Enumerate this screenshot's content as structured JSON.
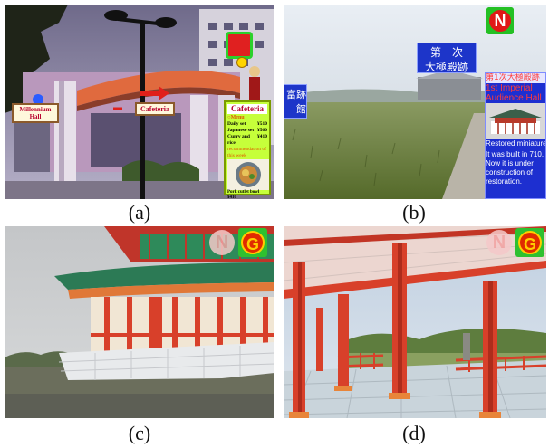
{
  "figure": {
    "captions": [
      "(a)",
      "(b)",
      "(c)",
      "(d)"
    ]
  },
  "panel_a": {
    "sign_hall": "Millennium Hall",
    "sign_cafeteria": "Cafeteria",
    "card": {
      "title": "Cafeteria",
      "menu_label": "Menu",
      "items": [
        {
          "name": "Daily set",
          "price": "¥510"
        },
        {
          "name": "Japanese set",
          "price": "¥560"
        },
        {
          "name": "Curry and rice",
          "price": "¥410"
        }
      ],
      "recommend": "recommendation of this week",
      "footer": "Pork cutlet bowl ¥410"
    }
  },
  "panel_b": {
    "badge": "N",
    "sign_center_line1": "第一次",
    "sign_center_line2": "大極殿跡",
    "sign_left_line1": "富跡",
    "sign_left_line2": "館",
    "info": {
      "title_jp": "第1次大極殿跡",
      "title_en_1": "1st Imperial",
      "title_en_2": "Audience Hall",
      "caption": "Restored miniature",
      "body": "It was built in 710. Now it is under construction of restoration."
    }
  },
  "panel_c": {
    "badge_n": "N",
    "badge_g": "G"
  },
  "panel_d": {
    "badge_n": "N",
    "badge_g": "G"
  },
  "colors": {
    "sign_blue": "#1d35c9",
    "card_green": "#c6ff3a",
    "palace_red": "#d8402a",
    "roof_green": "#2e8a5a"
  }
}
